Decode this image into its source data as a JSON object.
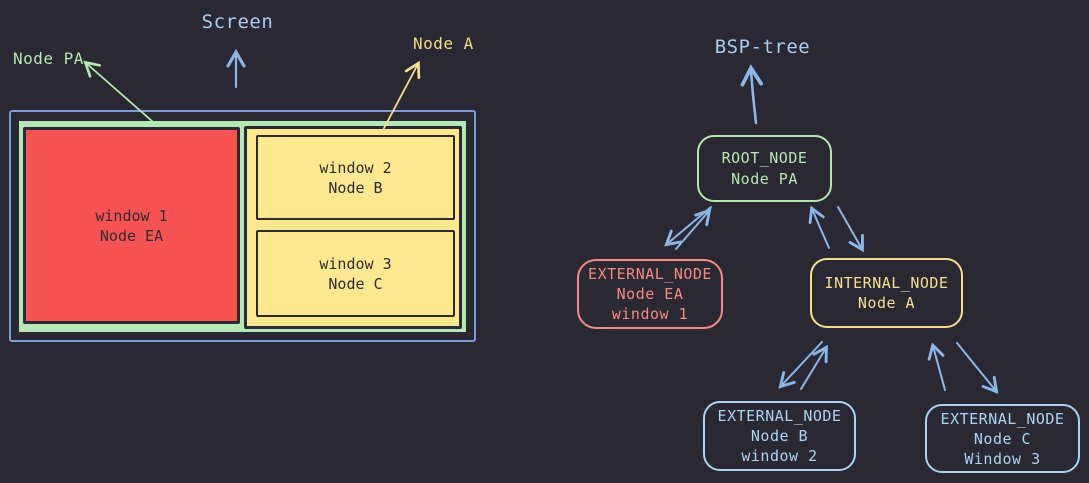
{
  "colors": {
    "background": "#2a2832",
    "screen_frame_blue": "#7b9fd4",
    "screen_fill_green": "#b4e8b4",
    "window_red": "#f75353",
    "window_yellow": "#fce98f",
    "dark_border": "#2b2933",
    "window_text_dark": "#2e2c36",
    "title_blue": "#a9cdf0",
    "node_green": "#b3e8ae",
    "node_red": "#f58a82",
    "node_yellow": "#f5df8d",
    "node_blue": "#a9d4f2",
    "arrow_blue": "#8ab6e8"
  },
  "screen_diagram": {
    "title": "Screen",
    "label_node_pa": "Node PA",
    "label_node_a": "Node A",
    "window1": {
      "line1": "window 1",
      "line2": "Node EA"
    },
    "window2": {
      "line1": "window 2",
      "line2": "Node B"
    },
    "window3": {
      "line1": "window 3",
      "line2": "Node C"
    }
  },
  "tree_diagram": {
    "title": "BSP-tree",
    "root": {
      "line1": "ROOT_NODE",
      "line2": "Node PA"
    },
    "node_ea": {
      "line1": "EXTERNAL_NODE",
      "line2": "Node EA",
      "line3": "window 1"
    },
    "node_a": {
      "line1": "INTERNAL_NODE",
      "line2": "Node A"
    },
    "node_b": {
      "line1": "EXTERNAL_NODE",
      "line2": "Node B",
      "line3": "window 2"
    },
    "node_c": {
      "line1": "EXTERNAL_NODE",
      "line2": "Node C",
      "line3": "Window 3"
    }
  }
}
